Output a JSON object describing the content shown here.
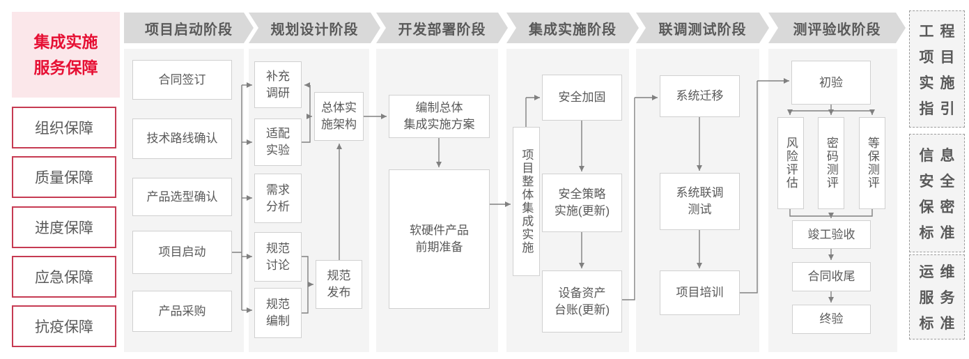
{
  "sidebar": {
    "title": "集成实施\n服务保障",
    "items": [
      "组织保障",
      "质量保障",
      "进度保障",
      "应急保障",
      "抗疫保障"
    ]
  },
  "phases": [
    {
      "label": "项目启动阶段",
      "nodes": [
        "合同签订",
        "技术路线确认",
        "产品选型确认",
        "项目启动",
        "产品采购"
      ]
    },
    {
      "label": "规划设计阶段",
      "nodes": [
        "补充\n调研",
        "适配\n实验",
        "需求\n分析",
        "规范\n讨论",
        "规范\n编制",
        "总体实\n施架构",
        "规范\n发布"
      ]
    },
    {
      "label": "开发部署阶段",
      "nodes": [
        "编制总体\n集成实施方案",
        "软硬件产品\n前期准备"
      ]
    },
    {
      "label": "集成实施阶段",
      "nodes": [
        "项目整体集成实施",
        "安全加固",
        "安全策略\n实施(更新)",
        "设备资产\n台账(更新)"
      ]
    },
    {
      "label": "联调测试阶段",
      "nodes": [
        "系统迁移",
        "系统联调\n测试",
        "项目培训"
      ]
    },
    {
      "label": "测评验收阶段",
      "nodes": [
        "初验",
        "风险评估",
        "密码测评",
        "等保测评",
        "竣工验收",
        "合同收尾",
        "终验"
      ]
    }
  ],
  "standards": [
    {
      "rows": [
        "工程",
        "项目",
        "实施",
        "指引"
      ]
    },
    {
      "rows": [
        "信息",
        "安全",
        "保密",
        "标准"
      ]
    },
    {
      "rows": [
        "运维",
        "服务",
        "标准"
      ]
    }
  ],
  "colors": {
    "accent_red_text": "#e60f33",
    "red_border": "#c63a52",
    "pink_background": "#fbe7ea",
    "header_gray": "#d9d9d9",
    "column_gray": "#f4f4f4",
    "text_gray": "#595959",
    "line_gray": "#808080"
  }
}
